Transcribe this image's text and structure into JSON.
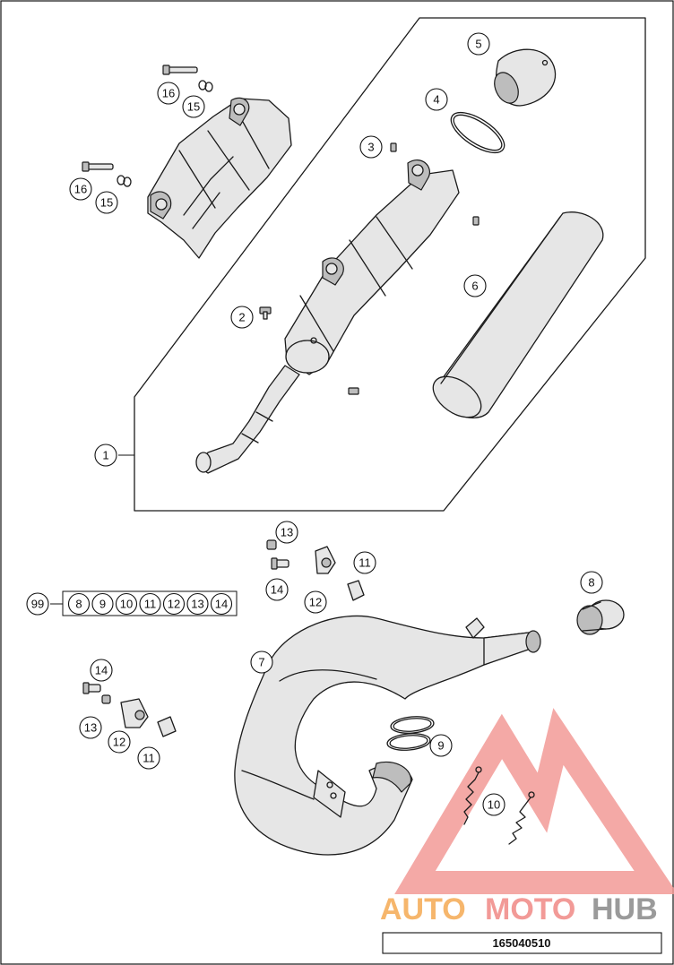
{
  "callouts": {
    "c1": "1",
    "c2": "2",
    "c3": "3",
    "c4": "4",
    "c5": "5",
    "c6": "6",
    "c7": "7",
    "c8": "8",
    "c9": "9",
    "c10": "10",
    "c11a": "11",
    "c11b": "11",
    "c12a": "12",
    "c12b": "12",
    "c13a": "13",
    "c13b": "13",
    "c14a": "14",
    "c14b": "14",
    "c15a": "15",
    "c15b": "15",
    "c16a": "16",
    "c16b": "16",
    "c99": "99"
  },
  "kit_99_parts": [
    "8",
    "9",
    "10",
    "11",
    "12",
    "13",
    "14"
  ],
  "watermark": {
    "part1": "AUTO",
    "part2": "MOTO",
    "part3": "HUB"
  },
  "diagram_code": "165040510",
  "colors": {
    "watermark_orange": "#f6b66c",
    "watermark_red": "#f29a97",
    "watermark_gray": "#9a9a9a"
  }
}
